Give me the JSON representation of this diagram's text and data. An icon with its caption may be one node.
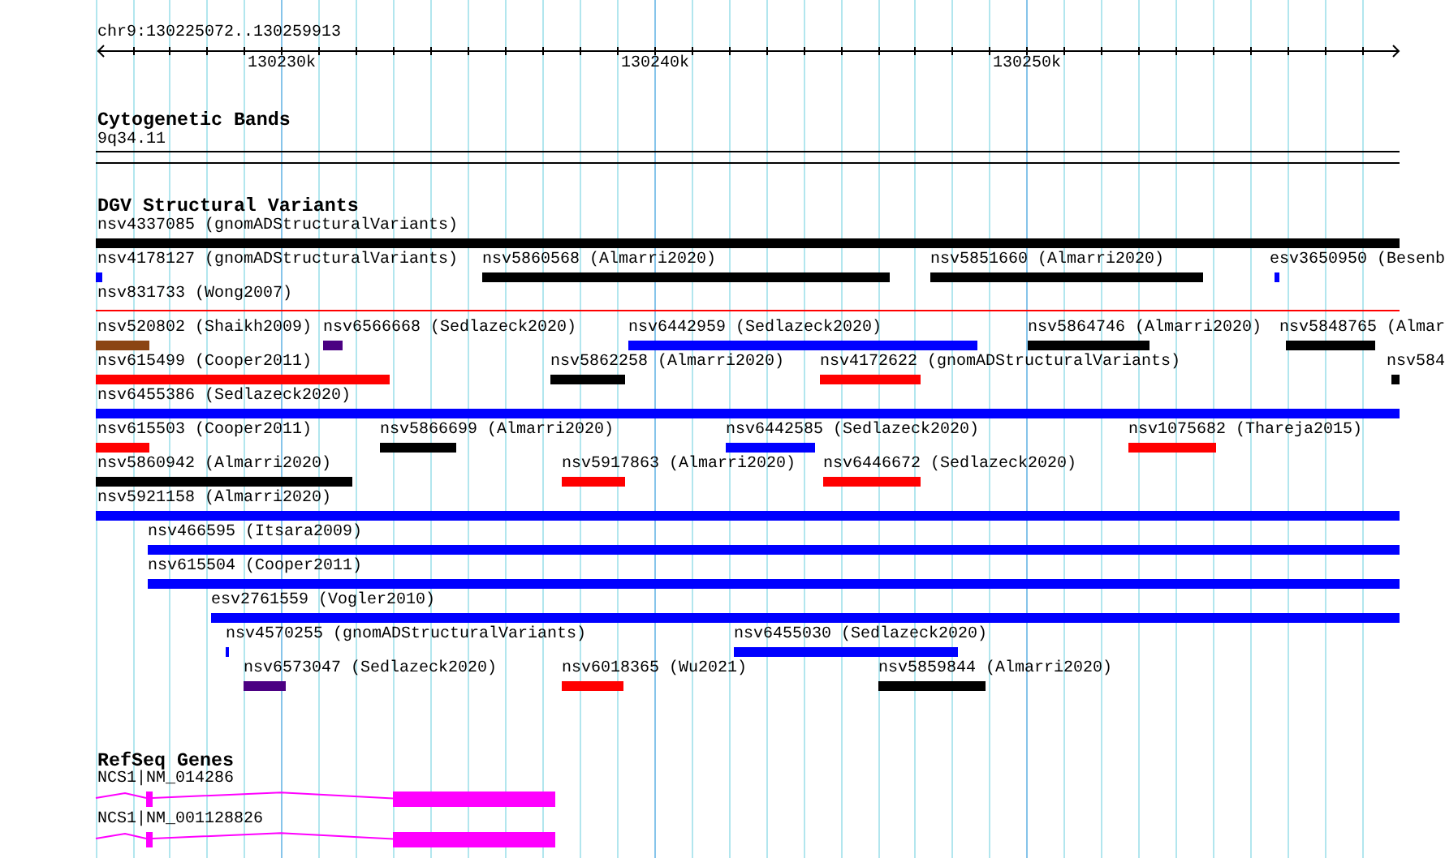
{
  "diagram": {
    "nodes": [
      {
        "text": [
          "9q34.11"
        ]
      },
      {
        "text": [
          "nsv4337085 (gnomADStructuralVariants)"
        ]
      },
      {
        "text": [
          "nsv4178127 (gnomADStructuralVariants)"
        ]
      },
      {
        "text": [
          "nsv5860568 (Almarri2020)"
        ]
      },
      {
        "text": [
          "nsv5851660 (Almarri2020)"
        ]
      },
      {
        "text": [
          "esv3650950 (Besenb"
        ]
      },
      {
        "text": [
          "nsv831733 (Wong2007)"
        ]
      },
      {
        "text": [
          "nsv520802 (Shaikh2009)"
        ]
      },
      {
        "text": [
          "nsv6566668 (Sedlazeck2020)"
        ]
      },
      {
        "text": [
          "nsv6442959 (Sedlazeck2020)"
        ]
      },
      {
        "text": [
          "nsv5864746 (Almarri2020)"
        ]
      },
      {
        "text": [
          "nsv5848765 (Almar"
        ]
      },
      {
        "text": [
          "nsv615499 (Cooper2011)"
        ]
      },
      {
        "text": [
          "nsv5862258 (Almarri2020)"
        ]
      },
      {
        "text": [
          "nsv4172622 (gnomADStructuralVariants)"
        ]
      },
      {
        "text": [
          "nsv584"
        ]
      },
      {
        "text": [
          "nsv6455386 (Sedlazeck2020)"
        ]
      },
      {
        "text": [
          "nsv615503 (Cooper2011)"
        ]
      },
      {
        "text": [
          "nsv5866699 (Almarri2020)"
        ]
      },
      {
        "text": [
          "nsv6442585 (Sedlazeck2020)"
        ]
      },
      {
        "text": [
          "nsv1075682 (Thareja2015)"
        ]
      },
      {
        "text": [
          "nsv5860942 (Almarri2020)"
        ]
      },
      {
        "text": [
          "nsv5917863 (Almarri2020)"
        ]
      },
      {
        "text": [
          "nsv6446672 (Sedlazeck2020)"
        ]
      },
      {
        "text": [
          "nsv5921158 (Almarri2020)"
        ]
      },
      {
        "text": [
          "nsv466595 (Itsara2009)"
        ]
      },
      {
        "text": [
          "nsv615504 (Cooper2011)"
        ]
      },
      {
        "text": [
          "esv2761559 (Vogler2010)"
        ]
      },
      {
        "text": [
          "nsv4570255 (gnomADStructuralVariants)"
        ]
      },
      {
        "text": [
          "nsv6455030 (Sedlazeck2020)"
        ]
      },
      {
        "text": [
          "nsv6573047 (Sedlazeck2020)"
        ]
      },
      {
        "text": [
          "nsv6018365 (Wu2021)"
        ]
      },
      {
        "text": [
          "nsv5859844 (Almarri2020)"
        ]
      },
      {
        "text": [
          "NCS1|NM_014286"
        ]
      },
      {
        "text": [
          "NCS1|NM_001128826"
        ]
      }
    ],
    "labels": [
      "chr9:130225072..130259913",
      "130230k",
      "130240k",
      "130250k",
      "Cytogenetic Bands",
      "DGV Structural Variants",
      "RefSeq Genes"
    ]
  }
}
